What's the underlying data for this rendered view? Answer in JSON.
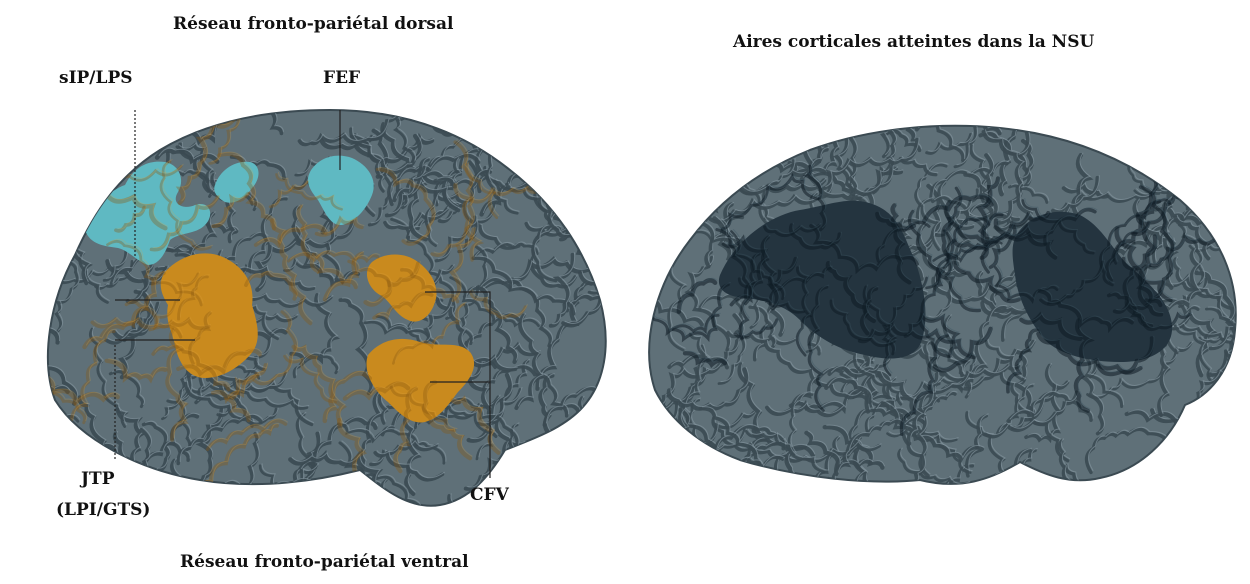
{
  "titles": {
    "dorsal_network": "Réseau fronto-pariétal dorsal",
    "ventral_network": "Réseau fronto-pariétal ventral",
    "nsu_areas": "Aires corticales atteintes dans la NSU"
  },
  "region_labels": {
    "sip_lps": "sIP/LPS",
    "fef": "FEF",
    "jtp_line1": "JTP",
    "jtp_line2": "(LPI/GTS)",
    "cfv": "CFV"
  },
  "colors": {
    "cortex": "#5f7078",
    "sulcus": "#3b4a52",
    "gyrus_highlight": "#8596a0",
    "dorsal_regions": "#5fb9c2",
    "ventral_regions": "#c98a1e",
    "lesion_areas": "#24343f",
    "leader_line": "#222222"
  }
}
